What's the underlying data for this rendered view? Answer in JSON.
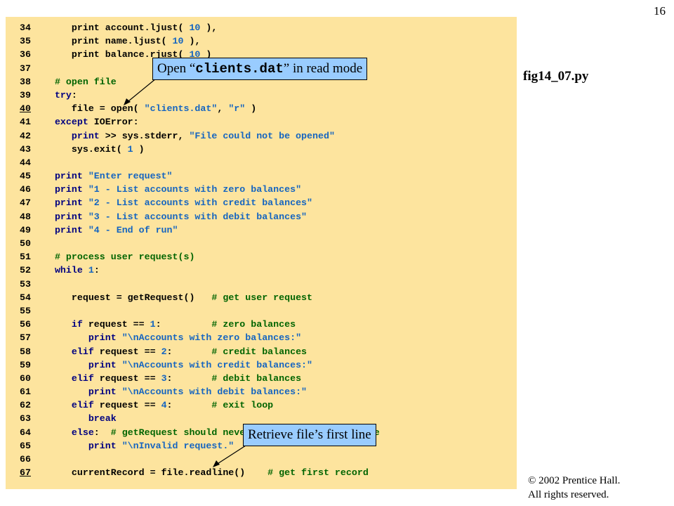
{
  "page_number": "16",
  "figure_label": "fig14_07.py",
  "copyright": {
    "line1": "© 2002 Prentice Hall.",
    "line2": "All rights reserved."
  },
  "callouts": {
    "open_file": {
      "prefix": "Open “",
      "code": "clients.dat",
      "suffix": "” in read mode"
    },
    "first_line": "Retrieve file’s first line"
  },
  "colors": {
    "code_background": "#fde49e",
    "callout_background": "#99ccff",
    "keyword": "#000080",
    "string": "#1565c0",
    "comment": "#006400"
  },
  "code_lines": [
    {
      "n": "34",
      "tokens": [
        [
          "p",
          "      print account.ljust( "
        ],
        [
          "n",
          "10"
        ],
        [
          "p",
          " ),"
        ]
      ]
    },
    {
      "n": "35",
      "tokens": [
        [
          "p",
          "      print name.ljust( "
        ],
        [
          "n",
          "10"
        ],
        [
          "p",
          " ),"
        ]
      ]
    },
    {
      "n": "36",
      "tokens": [
        [
          "p",
          "      print balance.rjust( "
        ],
        [
          "n",
          "10"
        ],
        [
          "p",
          " )"
        ]
      ]
    },
    {
      "n": "37",
      "tokens": []
    },
    {
      "n": "38",
      "tokens": [
        [
          "c",
          "   # open file"
        ]
      ]
    },
    {
      "n": "39",
      "tokens": [
        [
          "k",
          "   try"
        ],
        [
          "p",
          ":"
        ]
      ]
    },
    {
      "n": "40",
      "ul": true,
      "tokens": [
        [
          "p",
          "      file = open( "
        ],
        [
          "s",
          "\"clients.dat\""
        ],
        [
          "p",
          ", "
        ],
        [
          "s",
          "\"r\""
        ],
        [
          "p",
          " )"
        ]
      ]
    },
    {
      "n": "41",
      "tokens": [
        [
          "k",
          "   except"
        ],
        [
          "p",
          " IOError:"
        ]
      ]
    },
    {
      "n": "42",
      "tokens": [
        [
          "k",
          "      print"
        ],
        [
          "p",
          " >> sys.stderr, "
        ],
        [
          "s",
          "\"File could not be opened\""
        ]
      ]
    },
    {
      "n": "43",
      "tokens": [
        [
          "p",
          "      sys.exit( "
        ],
        [
          "n",
          "1"
        ],
        [
          "p",
          " )"
        ]
      ]
    },
    {
      "n": "44",
      "tokens": []
    },
    {
      "n": "45",
      "tokens": [
        [
          "k",
          "   print "
        ],
        [
          "s",
          "\"Enter request\""
        ]
      ]
    },
    {
      "n": "46",
      "tokens": [
        [
          "k",
          "   print "
        ],
        [
          "s",
          "\"1 - List accounts with zero balances\""
        ]
      ]
    },
    {
      "n": "47",
      "tokens": [
        [
          "k",
          "   print "
        ],
        [
          "s",
          "\"2 - List accounts with credit balances\""
        ]
      ]
    },
    {
      "n": "48",
      "tokens": [
        [
          "k",
          "   print "
        ],
        [
          "s",
          "\"3 - List accounts with debit balances\""
        ]
      ]
    },
    {
      "n": "49",
      "tokens": [
        [
          "k",
          "   print "
        ],
        [
          "s",
          "\"4 - End of run\""
        ]
      ]
    },
    {
      "n": "50",
      "tokens": []
    },
    {
      "n": "51",
      "tokens": [
        [
          "c",
          "   # process user request(s)"
        ]
      ]
    },
    {
      "n": "52",
      "tokens": [
        [
          "k",
          "   while "
        ],
        [
          "n",
          "1"
        ],
        [
          "p",
          ":"
        ]
      ]
    },
    {
      "n": "53",
      "tokens": []
    },
    {
      "n": "54",
      "tokens": [
        [
          "p",
          "      request = getRequest()   "
        ],
        [
          "c",
          "# get user request"
        ]
      ]
    },
    {
      "n": "55",
      "tokens": []
    },
    {
      "n": "56",
      "tokens": [
        [
          "k",
          "      if"
        ],
        [
          "p",
          " request == "
        ],
        [
          "n",
          "1"
        ],
        [
          "p",
          ":         "
        ],
        [
          "c",
          "# zero balances"
        ]
      ]
    },
    {
      "n": "57",
      "tokens": [
        [
          "k",
          "         print "
        ],
        [
          "s",
          "\"\\nAccounts with zero balances:\""
        ]
      ]
    },
    {
      "n": "58",
      "tokens": [
        [
          "k",
          "      elif"
        ],
        [
          "p",
          " request == "
        ],
        [
          "n",
          "2"
        ],
        [
          "p",
          ":       "
        ],
        [
          "c",
          "# credit balances"
        ]
      ]
    },
    {
      "n": "59",
      "tokens": [
        [
          "k",
          "         print "
        ],
        [
          "s",
          "\"\\nAccounts with credit balances:\""
        ]
      ]
    },
    {
      "n": "60",
      "tokens": [
        [
          "k",
          "      elif"
        ],
        [
          "p",
          " request == "
        ],
        [
          "n",
          "3"
        ],
        [
          "p",
          ":       "
        ],
        [
          "c",
          "# debit balances"
        ]
      ]
    },
    {
      "n": "61",
      "tokens": [
        [
          "k",
          "         print "
        ],
        [
          "s",
          "\"\\nAccounts with debit balances:\""
        ]
      ]
    },
    {
      "n": "62",
      "tokens": [
        [
          "k",
          "      elif"
        ],
        [
          "p",
          " request == "
        ],
        [
          "n",
          "4"
        ],
        [
          "p",
          ":       "
        ],
        [
          "c",
          "# exit loop"
        ]
      ]
    },
    {
      "n": "63",
      "tokens": [
        [
          "k",
          "         break"
        ]
      ]
    },
    {
      "n": "64",
      "tokens": [
        [
          "k",
          "      else"
        ],
        [
          "p",
          ":  "
        ],
        [
          "c",
          "# getRequest should never let program reach here"
        ]
      ]
    },
    {
      "n": "65",
      "tokens": [
        [
          "k",
          "         print "
        ],
        [
          "s",
          "\"\\nInvalid request.\""
        ]
      ]
    },
    {
      "n": "66",
      "tokens": []
    },
    {
      "n": "67",
      "ul": true,
      "tokens": [
        [
          "p",
          "      currentRecord = file.readline()    "
        ],
        [
          "c",
          "# get first record"
        ]
      ]
    }
  ]
}
